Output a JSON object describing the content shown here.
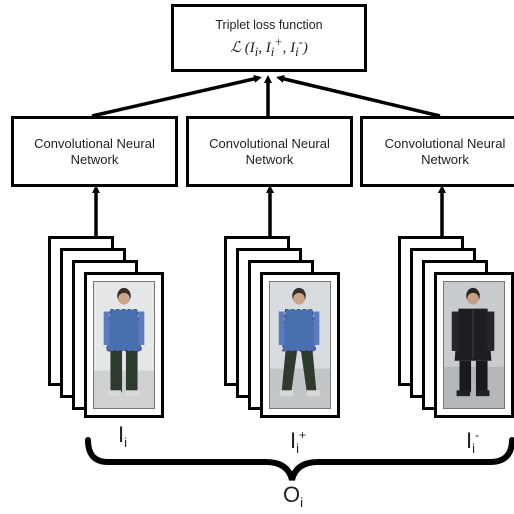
{
  "loss": {
    "title": "Triplet loss function",
    "formula_prefix": "ℒ (",
    "formula_i1": "I",
    "formula_i1_sub": "i",
    "formula_i2": "I",
    "formula_i2_sub": "i",
    "formula_i2_sup": "+",
    "formula_i3": "I",
    "formula_i3_sub": "i",
    "formula_i3_sup": "-",
    "formula_suffix": ")"
  },
  "networks": [
    {
      "line1": "Convolutional Neural",
      "line2": "Network"
    },
    {
      "line1": "Convolutional Neural",
      "line2": "Network"
    },
    {
      "line1": "Convolutional Neural",
      "line2": "Network"
    }
  ],
  "inputs": [
    {
      "base": "I",
      "sub": "i",
      "sup": ""
    },
    {
      "base": "I",
      "sub": "i",
      "sup": "+"
    },
    {
      "base": "I",
      "sub": "i",
      "sup": "-"
    }
  ],
  "group": {
    "base": "O",
    "sub": "i"
  },
  "colors": {
    "stroke": "#000000",
    "background": "#ffffff",
    "shirt_plaid": "#4a6fb0",
    "dark_coat": "#1e1e22"
  }
}
